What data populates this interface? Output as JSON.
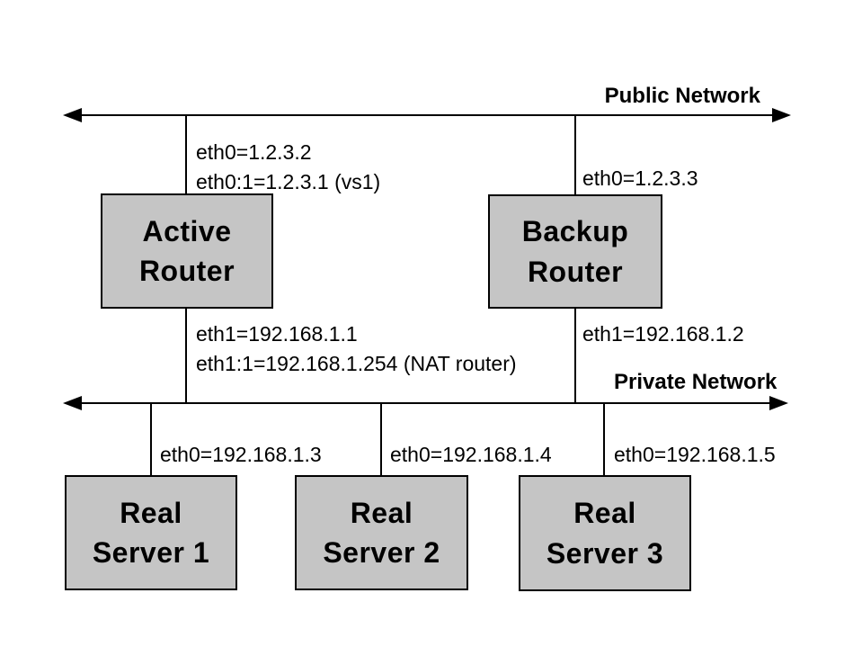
{
  "colors": {
    "background": "#ffffff",
    "box_fill": "#c5c5c5",
    "line_color": "#000000",
    "text_color": "#000000"
  },
  "networks": {
    "public": {
      "label": "Public Network"
    },
    "private": {
      "label": "Private Network"
    }
  },
  "nodes": {
    "active_router": {
      "label": "Active\nRouter"
    },
    "backup_router": {
      "label": "Backup\nRouter"
    },
    "real_server_1": {
      "label": "Real\nServer 1"
    },
    "real_server_2": {
      "label": "Real\nServer 2"
    },
    "real_server_3": {
      "label": "Real\nServer 3"
    }
  },
  "interface_labels": {
    "active_router_public": "eth0=1.2.3.2\neth0:1=1.2.3.1 (vs1)",
    "backup_router_public": "eth0=1.2.3.3",
    "active_router_private": "eth1=192.168.1.1\neth1:1=192.168.1.254 (NAT router)",
    "backup_router_private": "eth1=192.168.1.2",
    "real_server_1": "eth0=192.168.1.3",
    "real_server_2": "eth0=192.168.1.4",
    "real_server_3": "eth0=192.168.1.5"
  }
}
